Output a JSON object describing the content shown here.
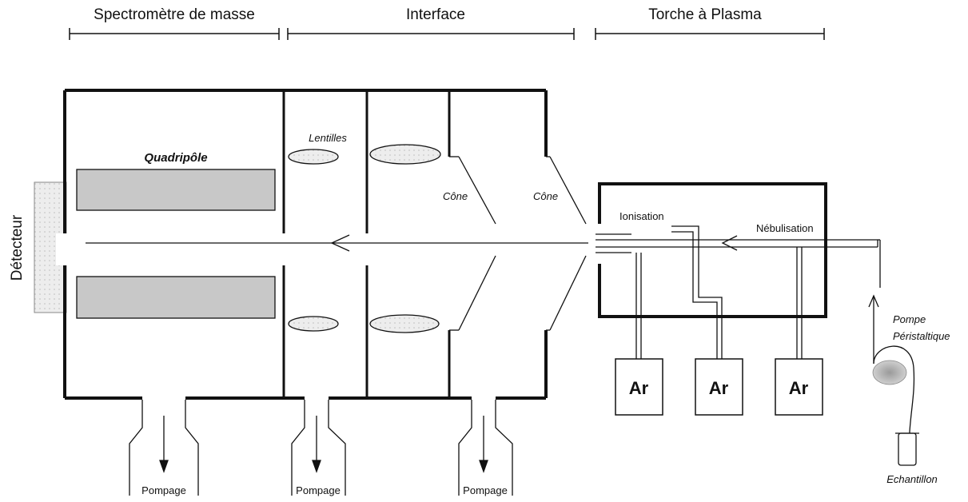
{
  "sections": {
    "mass_spec": "Spectromètre de masse",
    "interface": "Interface",
    "torch": "Torche à Plasma"
  },
  "labels": {
    "detector": "Détecteur",
    "quadrupole": "Quadripôle",
    "lenses": "Lentilles",
    "cone_1": "Cône",
    "cone_2": "Cône",
    "ionisation": "Ionisation",
    "nebulisation": "Nébulisation",
    "pump_line1": "Pompe",
    "pump_line2": "Péristaltique",
    "sample": "Echantillon"
  },
  "argon": [
    "Ar",
    "Ar",
    "Ar"
  ],
  "pumping": [
    "Pompage",
    "Pompage",
    "Pompage"
  ],
  "colors": {
    "line": "#111111",
    "fill_gray": "#c8c8c8",
    "detector_fill": "#dcdcdc"
  }
}
